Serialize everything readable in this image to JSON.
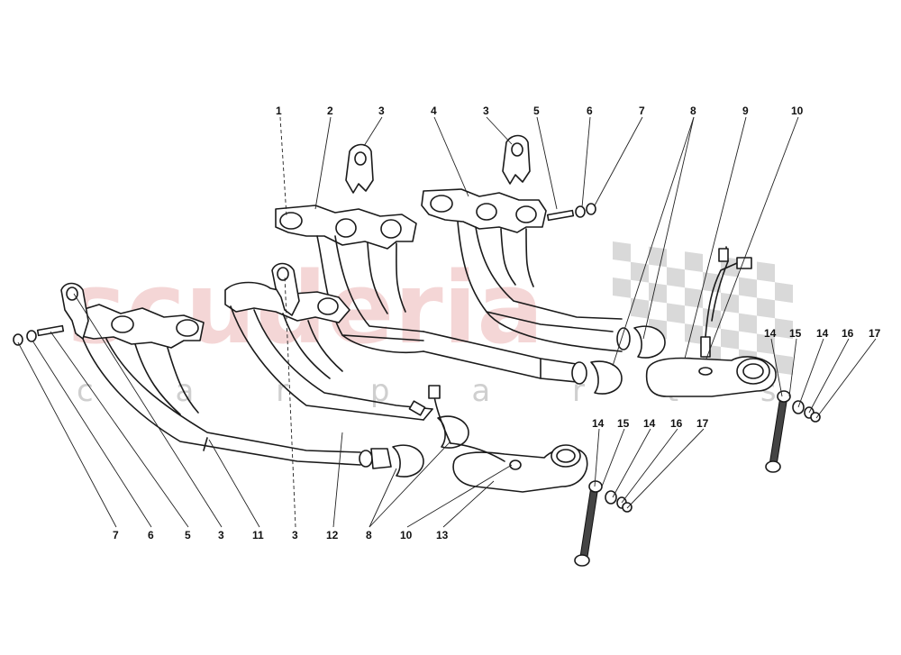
{
  "watermark": {
    "brand": "scuderia",
    "sub": "c a r p a r t s",
    "brand_color": "#e8a6a6"
  },
  "labels_top": [
    "1",
    "2",
    "3",
    "4",
    "3",
    "5",
    "6",
    "7",
    "8",
    "9",
    "10"
  ],
  "labels_bottom": [
    "7",
    "6",
    "5",
    "3",
    "11",
    "3",
    "12",
    "8",
    "10",
    "13"
  ],
  "labels_strap_left": [
    "14",
    "15",
    "14",
    "16",
    "17"
  ],
  "labels_strap_right": [
    "14",
    "15",
    "14",
    "16",
    "17"
  ],
  "colors": {
    "line": "#1a1a1a",
    "background": "#ffffff"
  }
}
